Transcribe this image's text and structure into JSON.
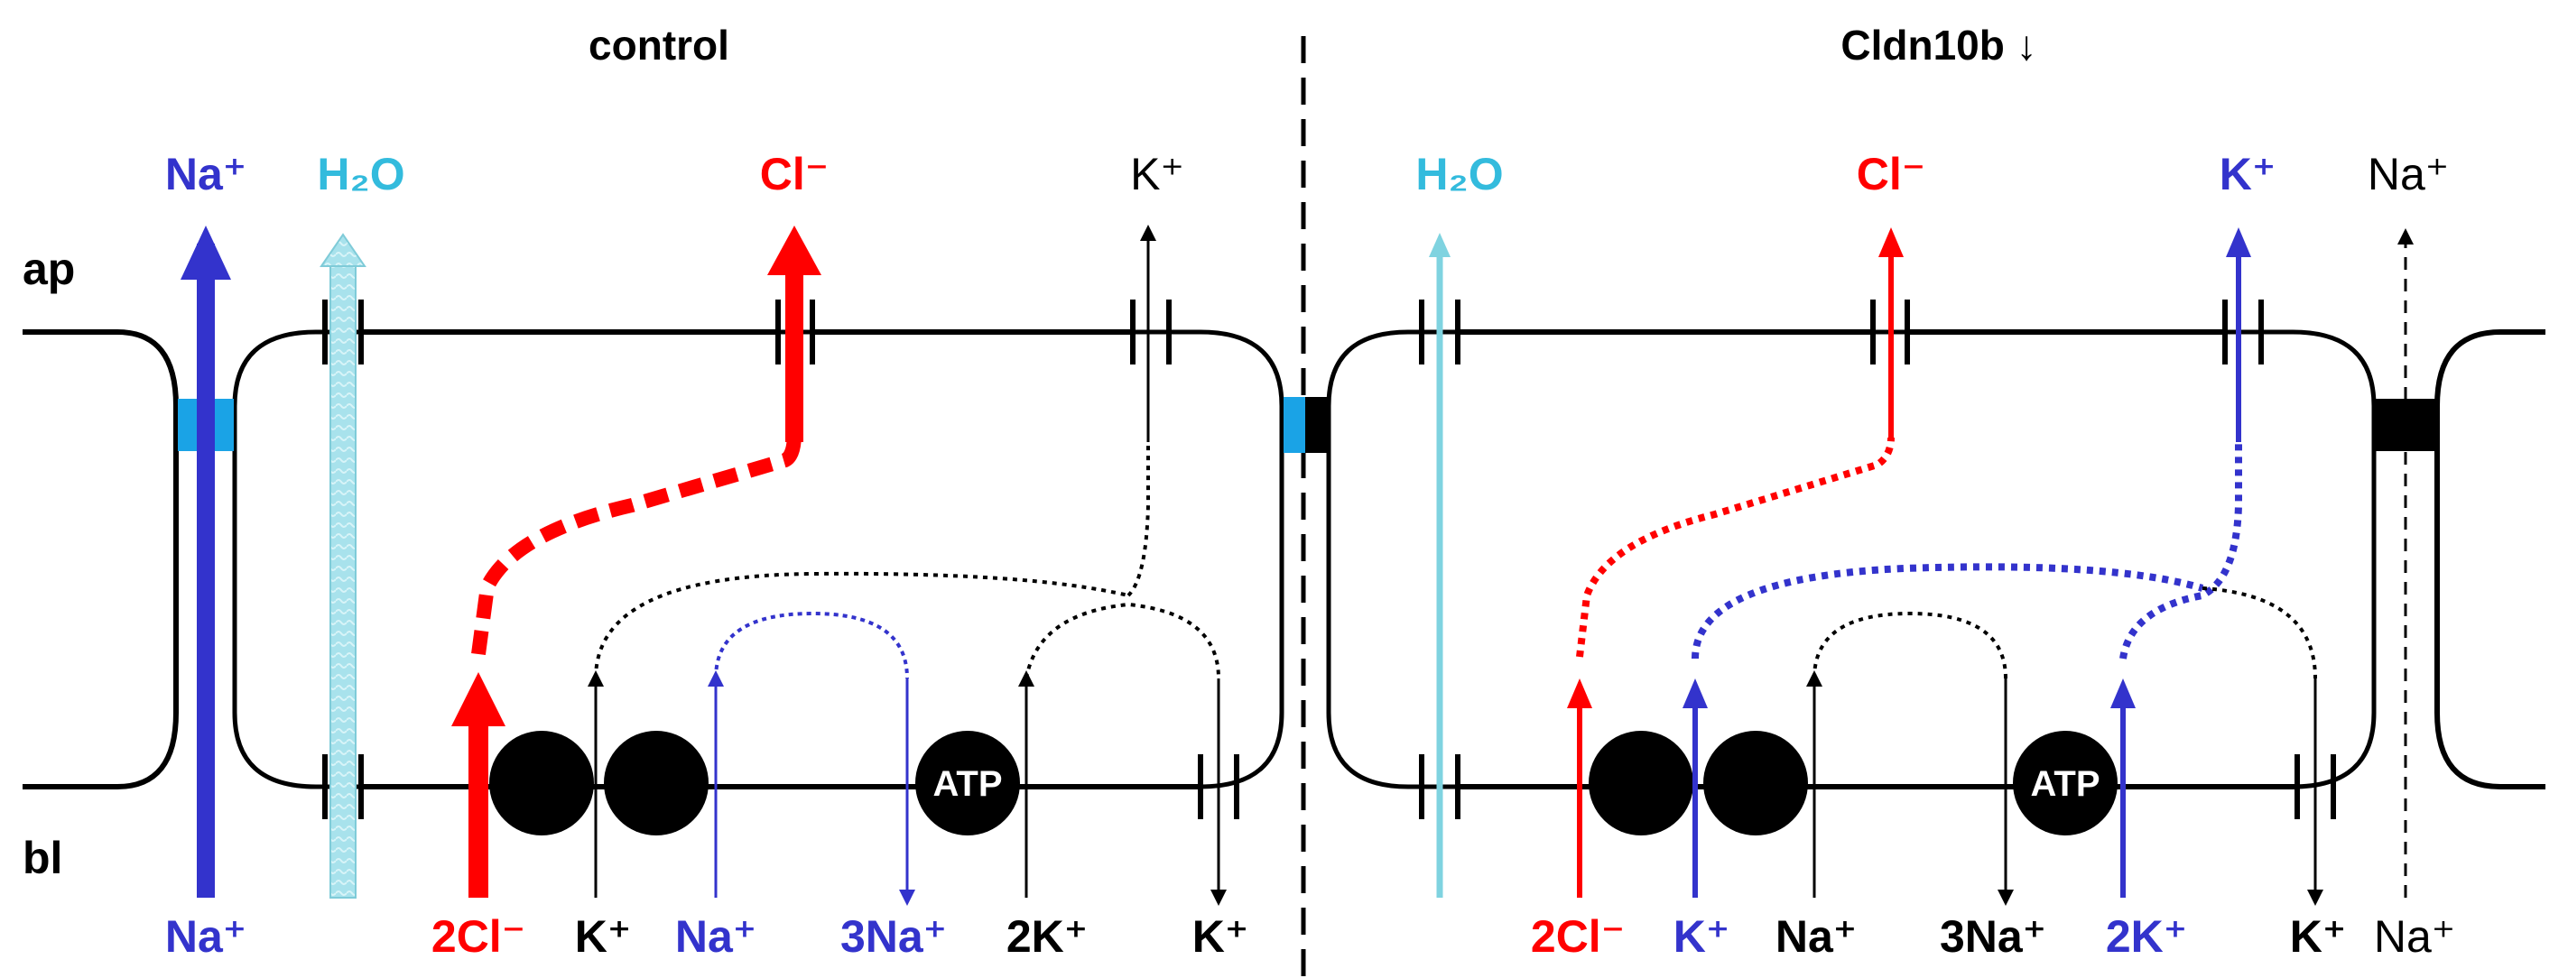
{
  "colors": {
    "sodium_blue": "#3333cc",
    "water_cyan": "#33bbdd",
    "chloride_red": "#ff0000",
    "black": "#000000",
    "claudin_cyan": "#1aa3e6"
  },
  "panels": {
    "control": {
      "title": "control",
      "apical": {
        "na": "Na⁺",
        "h2o": "H₂O",
        "cl": "Cl⁻",
        "k": "K⁺"
      },
      "basolateral": {
        "na": "Na⁺",
        "cl2": "2Cl⁻",
        "k_nkcc": "K⁺",
        "na_exchanger": "Na⁺",
        "na3": "3Na⁺",
        "k2": "2K⁺",
        "k_channel": "K⁺"
      },
      "pump": "ATP"
    },
    "cldn10b": {
      "title": "Cldn10b ↓",
      "apical": {
        "h2o": "H₂O",
        "cl": "Cl⁻",
        "k": "K⁺",
        "na": "Na⁺"
      },
      "basolateral": {
        "cl2": "2Cl⁻",
        "k_nkcc": "K⁺",
        "na_exchanger": "Na⁺",
        "na3": "3Na⁺",
        "k2": "2K⁺",
        "k_channel": "K⁺",
        "na": "Na⁺"
      },
      "pump": "ATP"
    }
  },
  "side_labels": {
    "apical": "ap",
    "basolateral": "bl"
  }
}
